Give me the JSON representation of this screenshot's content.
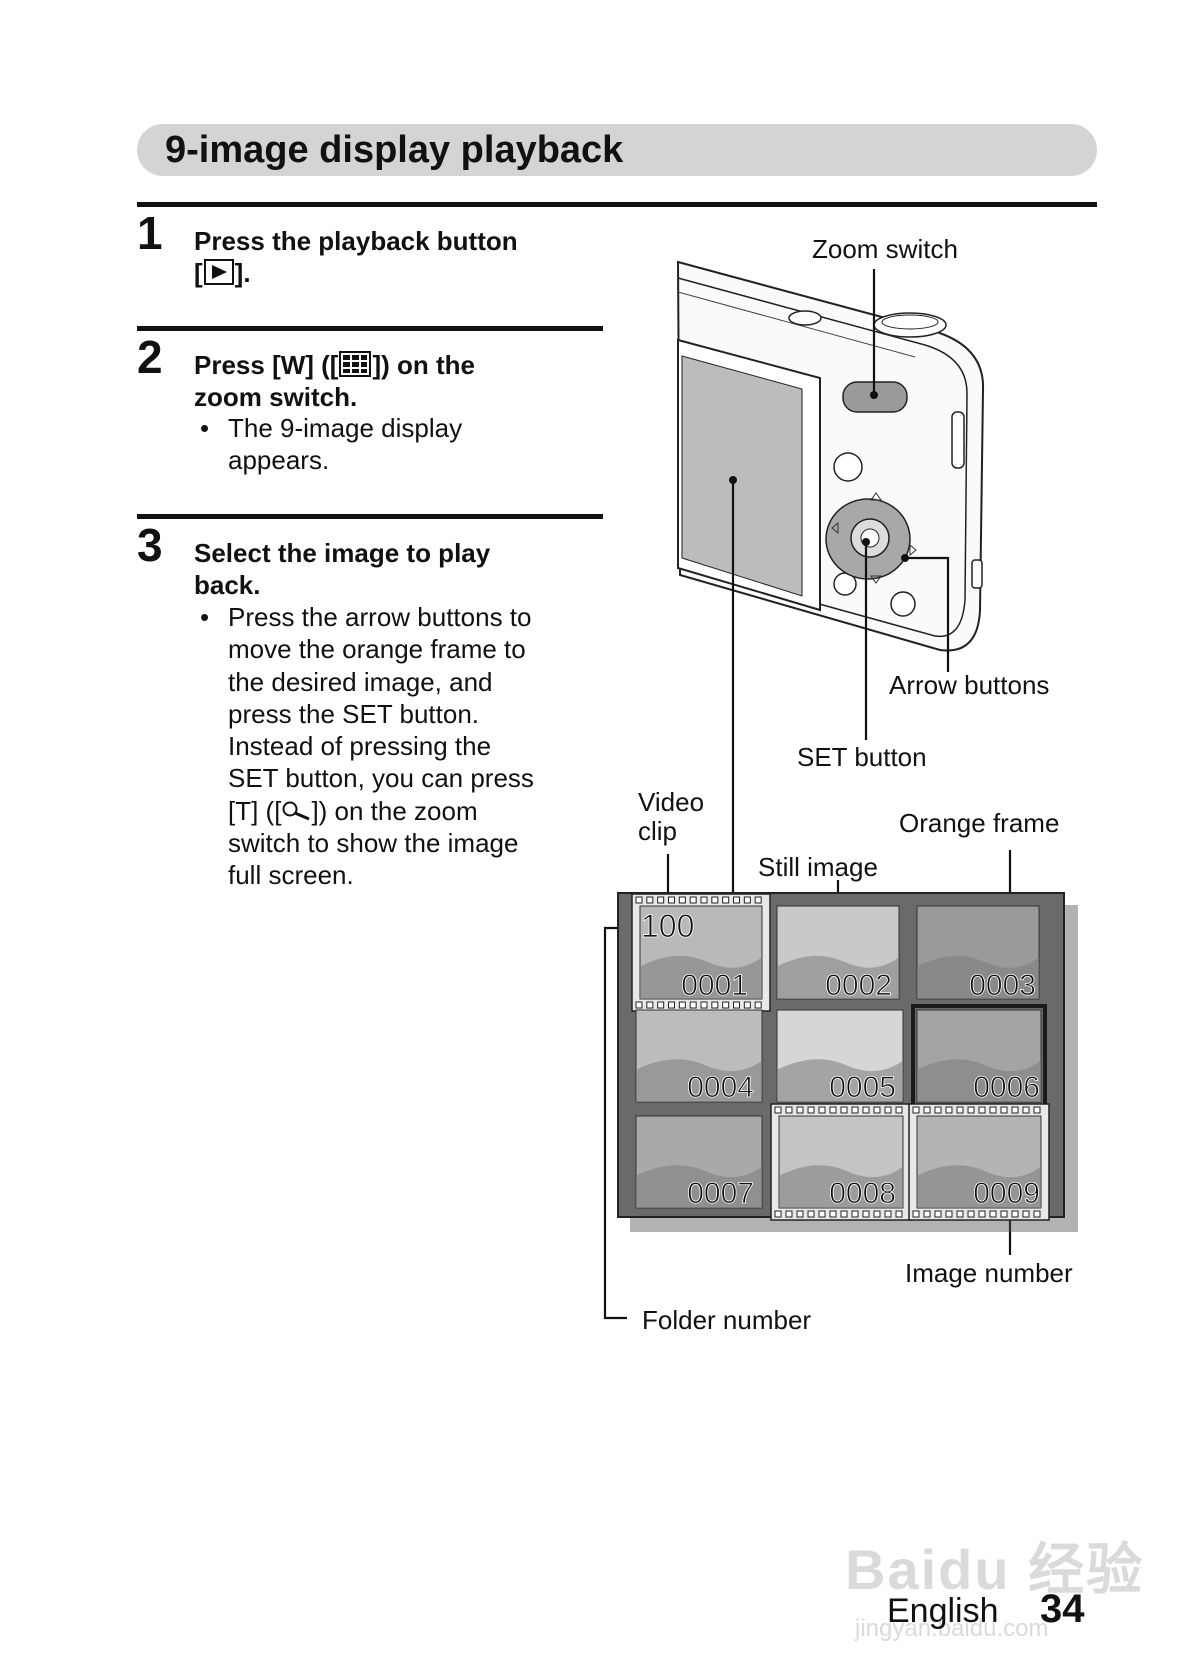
{
  "title": "9-image display playback",
  "steps": [
    {
      "number": "1",
      "heading_line1": "Press the playback button",
      "heading_line2_pre": "[",
      "heading_line2_post": "]."
    },
    {
      "number": "2",
      "heading_line1_pre": "Press [W] ([",
      "heading_line1_post": "]) on the",
      "heading_line2": "zoom switch.",
      "bullet_lines": [
        "The 9-image display",
        "appears."
      ]
    },
    {
      "number": "3",
      "heading_line1": "Select the image to play",
      "heading_line2": "back.",
      "bullet_lines": [
        "Press the arrow buttons to",
        "move the orange frame to",
        "the desired image, and",
        "press the SET button.",
        "Instead of pressing the",
        "SET button, you can press",
        "[T] ([",
        "switch to show the image",
        "full screen."
      ],
      "bullet_line7_post": "]) on the zoom"
    }
  ],
  "bullet_symbol": "•",
  "callouts": {
    "zoom_switch": "Zoom switch",
    "arrow_buttons": "Arrow buttons",
    "set_button": "SET button",
    "video_clip_line1": "Video",
    "video_clip_line2": "clip",
    "still_image": "Still image",
    "orange_frame": "Orange frame",
    "image_number": "Image number",
    "folder_number": "Folder number"
  },
  "thumbnails": {
    "folder": "100",
    "numbers": [
      "0001",
      "0002",
      "0003",
      "0004",
      "0005",
      "0006",
      "0007",
      "0008",
      "0009"
    ]
  },
  "footer": {
    "language": "English",
    "page": "34"
  },
  "watermark": {
    "main": "Baidu 经验",
    "sub": "jingyan.baidu.com"
  }
}
